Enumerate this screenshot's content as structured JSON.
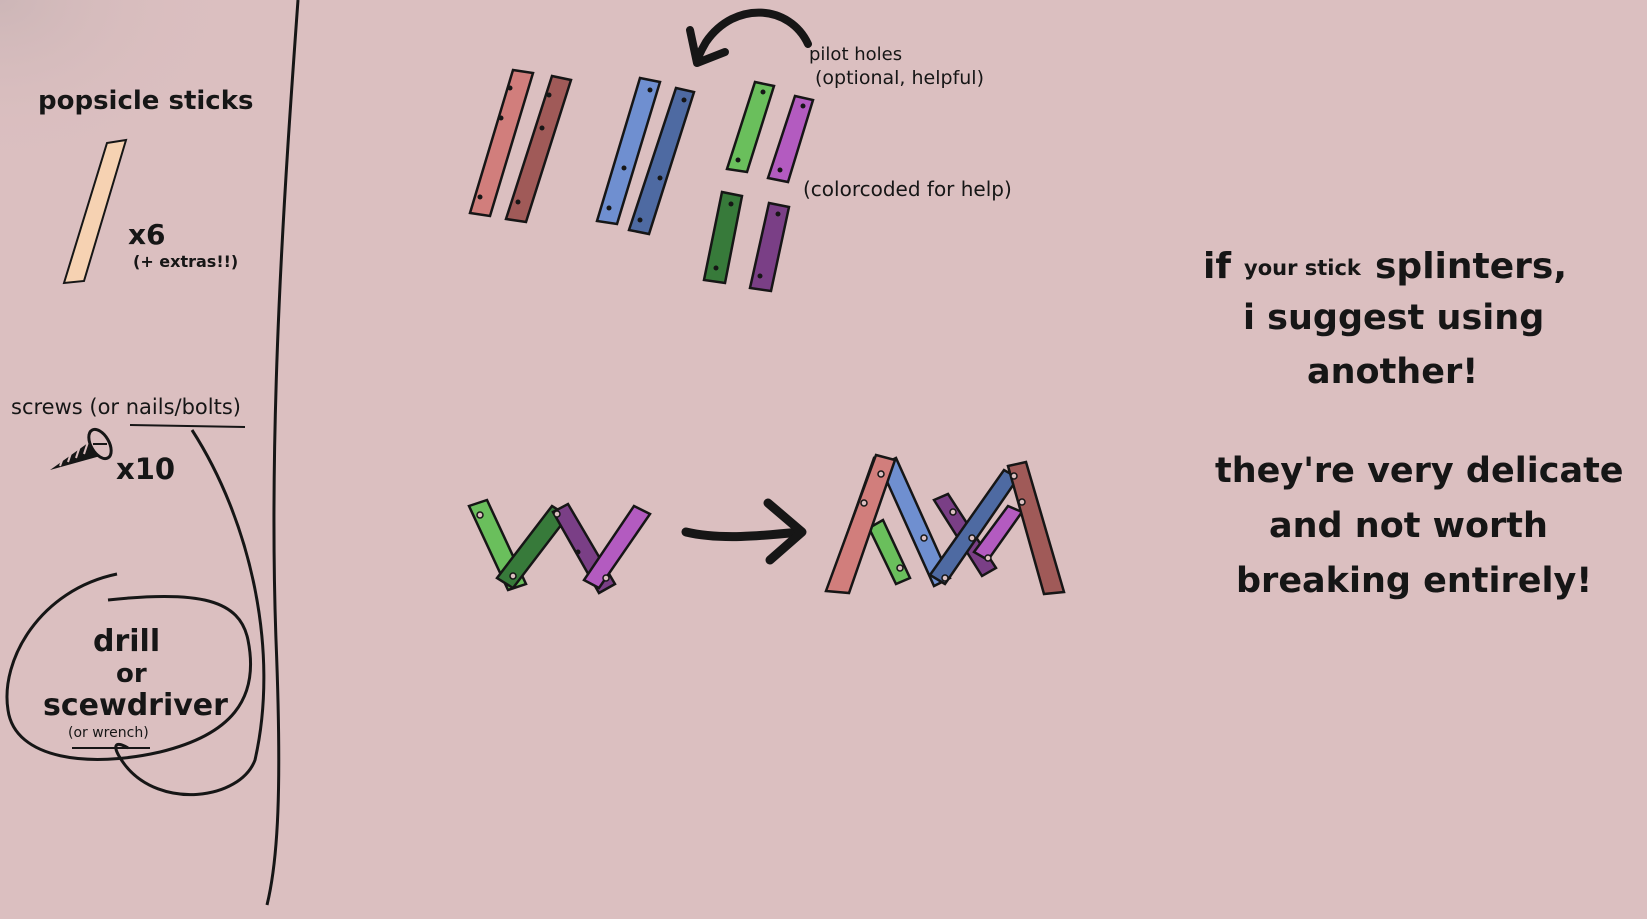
{
  "materials": {
    "sticks_title": "popsicle sticks",
    "sticks_count": "x6",
    "sticks_extras": "(+ extras!!)",
    "screws_title": "screws (or nails/bolts)",
    "screws_count": "x10",
    "tool_line1": "drill",
    "tool_line2": "or",
    "tool_line3": "scewdriver",
    "tool_note": "(or wrench)"
  },
  "notes": {
    "pilot_holes": "pilot holes",
    "pilot_holes_note": "(optional, helpful)",
    "colorcoded": "(colorcoded for help)"
  },
  "tip": {
    "line1_a": "if",
    "line1_b": "your stick",
    "line1_c": "splinters,",
    "line2": "i suggest using",
    "line3": "another!",
    "line4": "they're very delicate",
    "line5": "and not worth",
    "line6": "breaking entirely!"
  },
  "colors": {
    "background": "#dbbfc0",
    "ink": "#161616",
    "stick_natural": "#f6d2b2",
    "red_light": "#d17e7c",
    "red_dark": "#a05a58",
    "blue_light": "#6f8fd0",
    "blue_dark": "#4e6aa2",
    "green_light": "#6abf5c",
    "green_dark": "#377a3a",
    "purple_light": "#b35bc0",
    "purple_dark": "#7a3f86"
  }
}
